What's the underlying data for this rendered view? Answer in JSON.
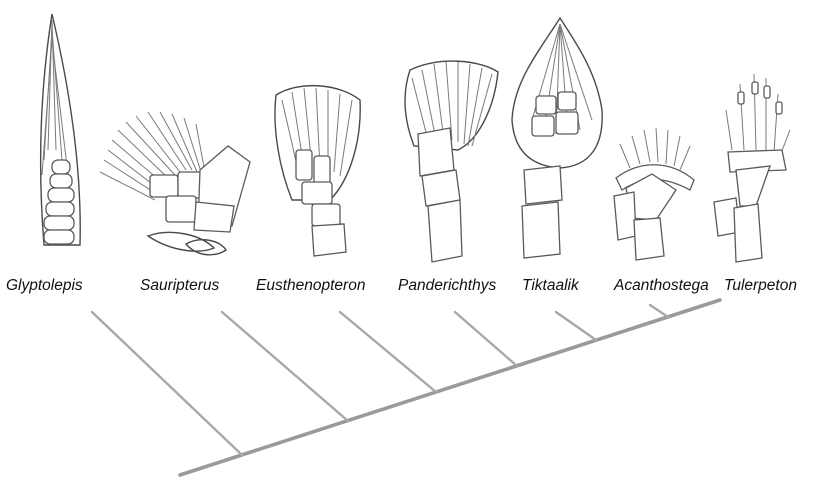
{
  "figure": {
    "taxa": [
      {
        "name": "Glyptolepis"
      },
      {
        "name": "Sauripterus"
      },
      {
        "name": "Eusthenopteron"
      },
      {
        "name": "Panderichthys"
      },
      {
        "name": "Tiktaalik"
      },
      {
        "name": "Acanthostega"
      },
      {
        "name": "Tulerpeton"
      }
    ],
    "colors": {
      "line": "#a8a8a8",
      "trunk": "#9a9a9a",
      "bone_outline": "#5a5a5a",
      "text": "#111111"
    },
    "icons": [
      "fin-skeleton-icon",
      "limb-skeleton-icon"
    ]
  }
}
